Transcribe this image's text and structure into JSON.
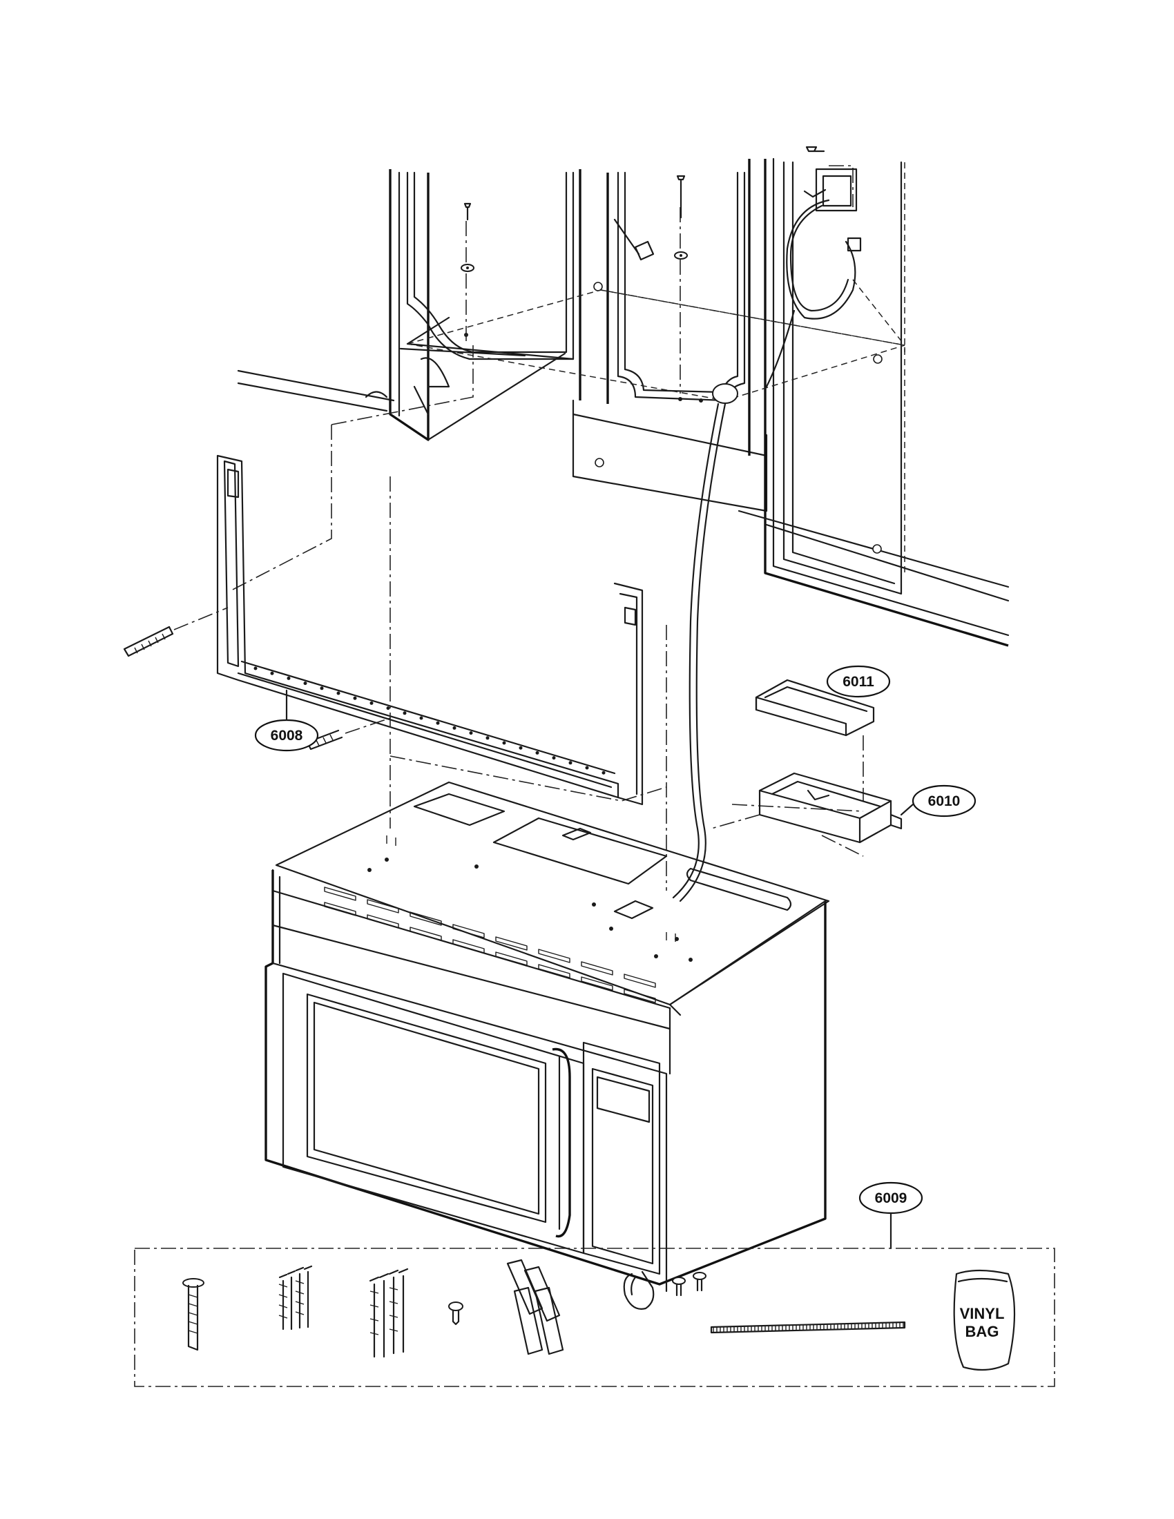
{
  "callouts": {
    "c6008": "6008",
    "c6009": "6009",
    "c6010": "6010",
    "c6011": "6011"
  },
  "bag": {
    "line1": "VINYL",
    "line2": "BAG"
  }
}
